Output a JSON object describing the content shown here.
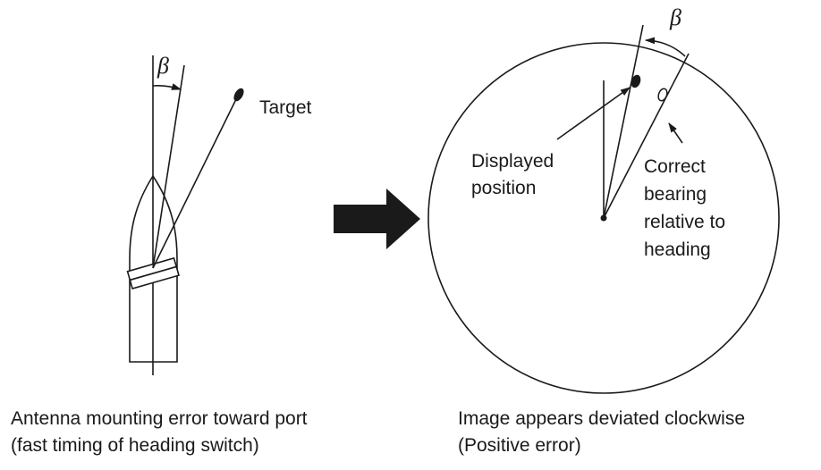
{
  "left_panel": {
    "angle_symbol": "β",
    "target_label": "Target",
    "caption_line1": "Antenna mounting error toward port",
    "caption_line2": "(fast timing of heading switch)"
  },
  "right_panel": {
    "angle_symbol": "β",
    "displayed_label": [
      "Displayed",
      "position"
    ],
    "correct_label": [
      "Correct",
      "bearing",
      "relative to",
      "heading"
    ],
    "caption_line1": "Image appears deviated clockwise",
    "caption_line2": "(Positive error)"
  }
}
